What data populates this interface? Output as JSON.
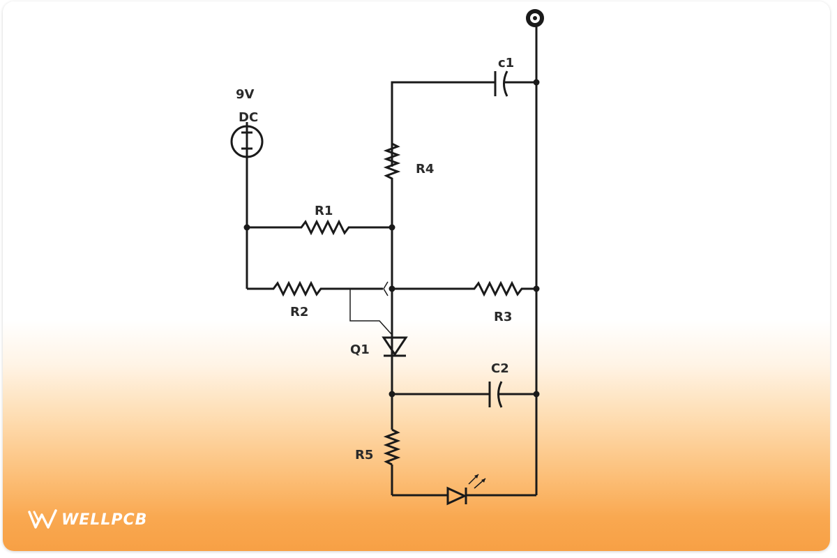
{
  "labels": {
    "source_voltage": "9V",
    "source_type": "DC",
    "c1": "c1",
    "c2": "C2",
    "r1": "R1",
    "r2": "R2",
    "r3": "R3",
    "r4": "R4",
    "r5": "R5",
    "q1": "Q1"
  },
  "brand": {
    "name": "WELLPCB",
    "logo_icon": "wellpcb-w-logo"
  },
  "colors": {
    "wire": "#1a1a1a",
    "label": "#2a2a2a",
    "gradient_bottom": "#f7a045"
  }
}
